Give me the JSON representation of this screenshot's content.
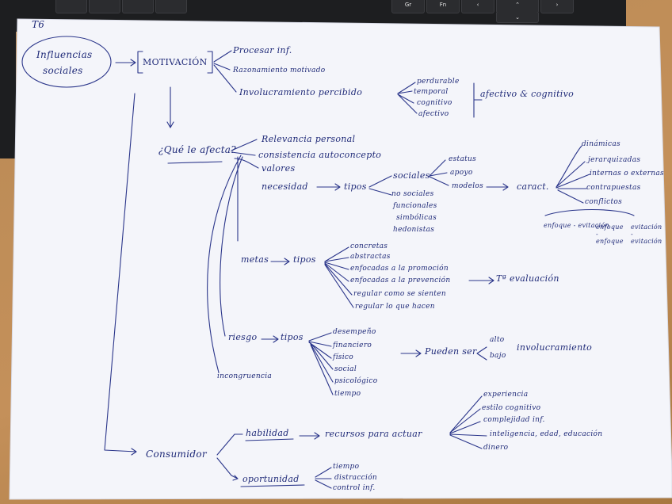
{
  "keyboard": {
    "keys": [
      "Gr",
      "Fn",
      "‹",
      "⌃",
      "⌄",
      "›"
    ]
  },
  "notes": {
    "topic": "T6",
    "root": [
      "Influencias",
      "sociales"
    ],
    "motivacion": {
      "label": "MOTIVACIÓN",
      "items": [
        "Procesar inf.",
        "Razonamiento motivado",
        "Involucramiento percibido"
      ],
      "involucramiento": [
        "perdurable",
        "temporal",
        "cognitivo",
        "afectivo"
      ],
      "afectivo_cognitivo": "afectivo & cognitivo"
    },
    "afecta": {
      "label": "¿Qué le afecta?",
      "items": [
        "Relevancia personal",
        "consistencia autoconcepto",
        "valores",
        "necesidad"
      ],
      "tipos_label": "tipos",
      "necesidad_tipos": [
        "sociales",
        "no sociales",
        "funcionales",
        "simbólicas",
        "hedonistas"
      ],
      "sociales": [
        "estatus",
        "apoyo",
        "modelos"
      ],
      "caract_label": "caract.",
      "caract": [
        "dinámicas",
        "jerarquizadas",
        "internas o externas",
        "contrapuestas",
        "conflictos"
      ],
      "conflictos": [
        "enfoque - evitación",
        "enfoque - enfoque",
        "evitación - evitación"
      ]
    },
    "metas": {
      "label": "metas",
      "tipos_label": "tipos",
      "items": [
        "concretas",
        "abstractas",
        "enfocadas a la promoción",
        "enfocadas a la prevención",
        "regular como se sienten",
        "regular lo que hacen"
      ],
      "evaluacion": "Tª evaluación"
    },
    "riesgo": {
      "label": "riesgo",
      "tipos_label": "tipos",
      "items": [
        "desempeño",
        "financiero",
        "físico",
        "social",
        "psicológico",
        "tiempo"
      ],
      "pueden_ser": "Pueden ser",
      "niveles": [
        "alto",
        "bajo"
      ],
      "involucramiento": "involucramiento"
    },
    "incongruencia": "incongruencia",
    "consumidor": {
      "label": "Consumidor",
      "habilidad": "habilidad",
      "recursos": "recursos para actuar",
      "recursos_items": [
        "experiencia",
        "estilo cognitivo",
        "complejidad inf.",
        "inteligencia, edad, educación",
        "dinero"
      ],
      "oportunidad": "oportunidad",
      "oportunidad_items": [
        "tiempo",
        "distracción",
        "control inf."
      ]
    }
  },
  "ink_color": "#2a358a",
  "desk_color": "#c4905a"
}
